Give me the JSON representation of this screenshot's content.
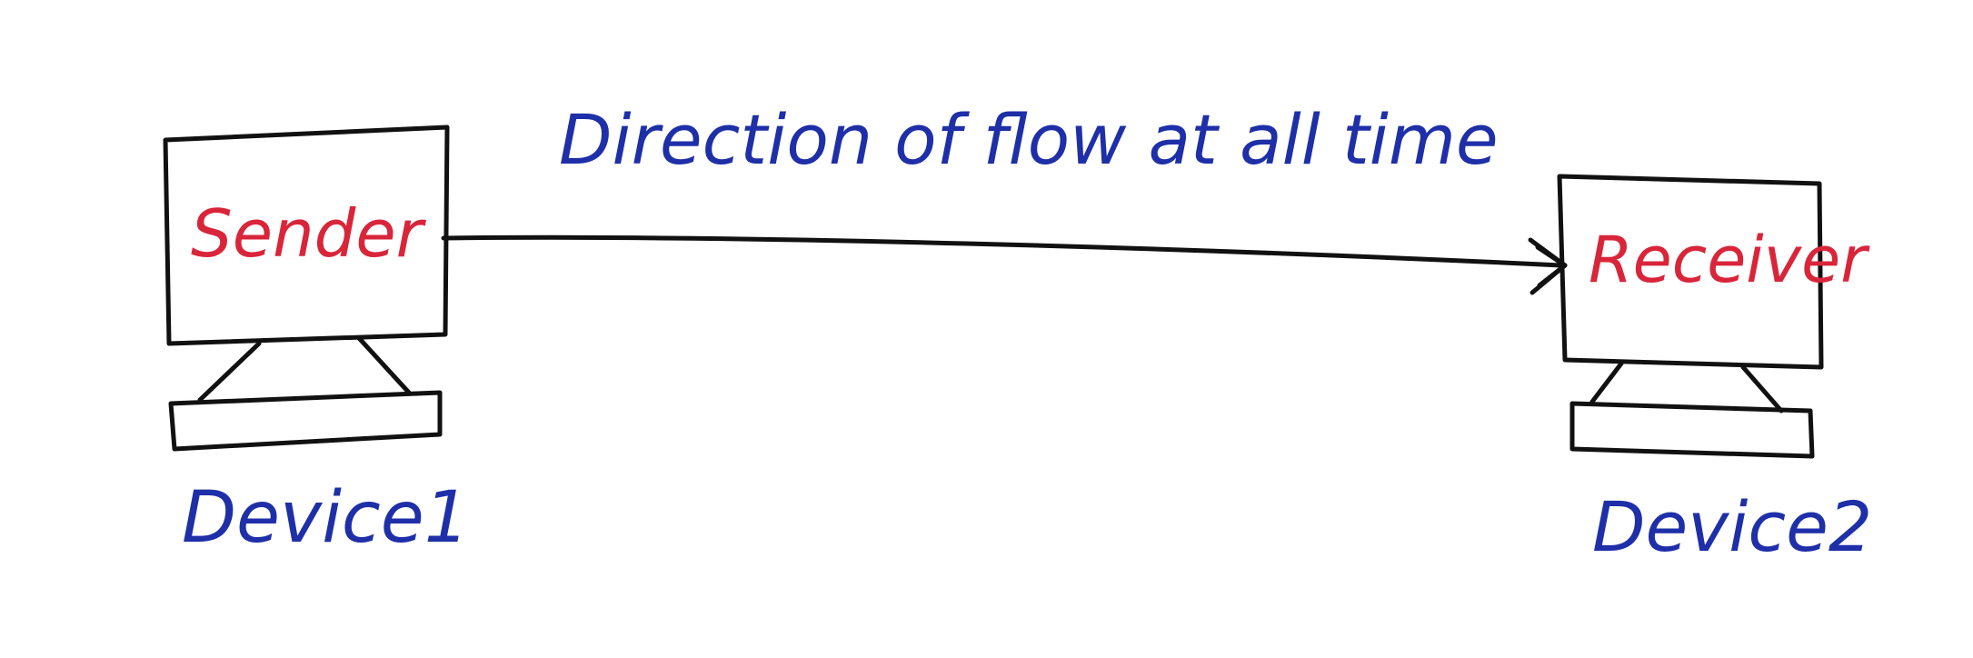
{
  "title": "Direction of flow at all time",
  "devices": [
    {
      "label": "Sender",
      "caption": "Device1"
    },
    {
      "label": "Receiver",
      "caption": "Device2"
    }
  ],
  "colors": {
    "caption_text": "#1e2fa8",
    "screen_text": "#d9253a",
    "outline": "#111111",
    "background": "#ffffff"
  }
}
